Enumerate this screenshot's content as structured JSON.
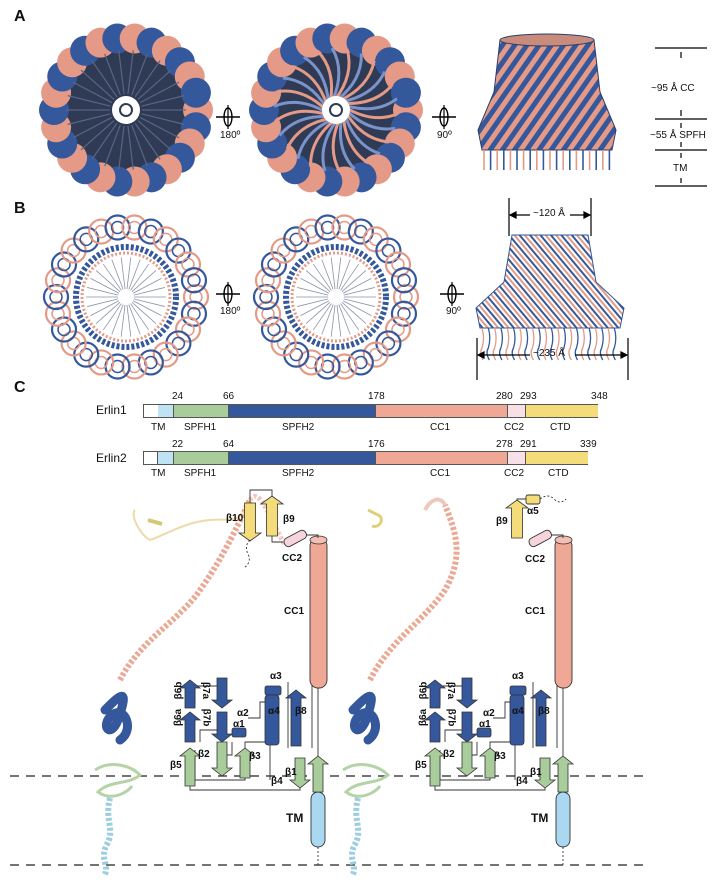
{
  "panels": {
    "a": "A",
    "b": "B",
    "c": "C"
  },
  "panel_a": {
    "rot1": "180º",
    "rot2": "90º",
    "dim_cc": "~95 Å CC",
    "dim_spfh": "~55 Å SPFH",
    "dim_tm": "TM"
  },
  "panel_b": {
    "rot1": "180º",
    "rot2": "90º",
    "top_width": "~120 Å",
    "bottom_width": "~235 Å"
  },
  "domain_map": {
    "erlin1": {
      "name": "Erlin1",
      "positions": [
        "24",
        "66",
        "178",
        "280",
        "293",
        "348"
      ],
      "domains": [
        "TM",
        "SPFH1",
        "SPFH2",
        "CC1",
        "CC2",
        "CTD"
      ]
    },
    "erlin2": {
      "name": "Erlin2",
      "positions": [
        "22",
        "64",
        "176",
        "278",
        "291",
        "339"
      ],
      "domains": [
        "TM",
        "SPFH1",
        "SPFH2",
        "CC1",
        "CC2",
        "CTD"
      ]
    }
  },
  "topology_left": {
    "beta10": "β10",
    "beta9": "β9",
    "cc2": "CC2",
    "cc1": "CC1",
    "b6b": "β6b",
    "b6a": "β6a",
    "b7a": "β7a",
    "b7b": "β7b",
    "a3": "α3",
    "a2": "α2",
    "a1": "α1",
    "a4": "α4",
    "b8": "β8",
    "b5": "β5",
    "b2": "β2",
    "b3": "β3",
    "b1": "β1",
    "b4": "β4",
    "tm": "TM"
  },
  "topology_right": {
    "a5": "α5",
    "beta9": "β9",
    "cc2": "CC2",
    "cc1": "CC1",
    "b6b": "β6b",
    "b6a": "β6a",
    "b7a": "β7a",
    "b7b": "β7b",
    "a3": "α3",
    "a2": "α2",
    "a1": "α1",
    "a4": "α4",
    "b8": "β8",
    "b5": "β5",
    "b2": "β2",
    "b3": "β3",
    "b1": "β1",
    "b4": "β4",
    "tm": "TM"
  },
  "colors": {
    "tm": "#a9d8f0",
    "spfh1": "#a8cc9a",
    "spfh2": "#34589b",
    "cc1": "#f0a896",
    "cc2": "#f7d4dc",
    "ctd": "#f5dc7a",
    "ring_dark": "#2f3a55"
  }
}
